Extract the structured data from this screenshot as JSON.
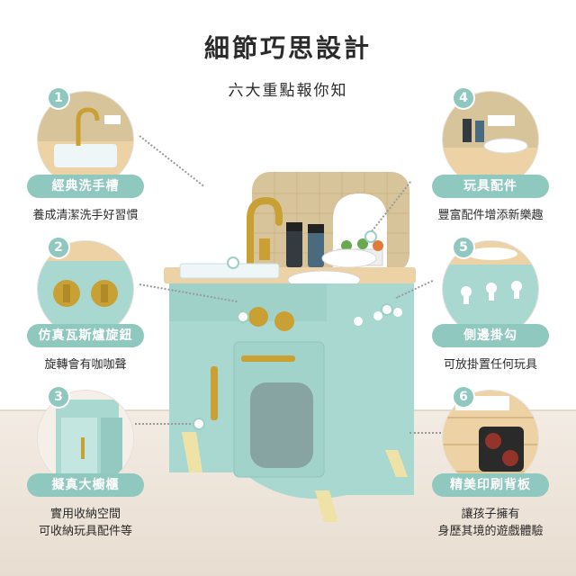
{
  "header": {
    "title": "細節巧思設計",
    "subtitle": "六大重點報你知"
  },
  "features": [
    {
      "number": "1",
      "label": "經典洗手槽",
      "desc_lines": [
        "養成清潔洗手好習慣"
      ]
    },
    {
      "number": "2",
      "label": "仿真瓦斯爐旋鈕",
      "desc_lines": [
        "旋轉會有咖咖聲"
      ]
    },
    {
      "number": "3",
      "label": "擬真大櫥櫃",
      "desc_lines": [
        "實用收納空間",
        "可收納玩具配件等"
      ]
    },
    {
      "number": "4",
      "label": "玩具配件",
      "desc_lines": [
        "豐富配件增添新樂趣"
      ]
    },
    {
      "number": "5",
      "label": "側邊掛勾",
      "desc_lines": [
        "可放掛置任何玩具"
      ]
    },
    {
      "number": "6",
      "label": "精美印刷背板",
      "desc_lines": [
        "讓孩子擁有",
        "身歷其境的遊戲體驗"
      ]
    }
  ],
  "colors": {
    "accent": "#8fc8bf",
    "mint": "#a8d8d0",
    "wood": "#e8c89a",
    "gold": "#c9a033",
    "tile": "#d9c7a0"
  }
}
